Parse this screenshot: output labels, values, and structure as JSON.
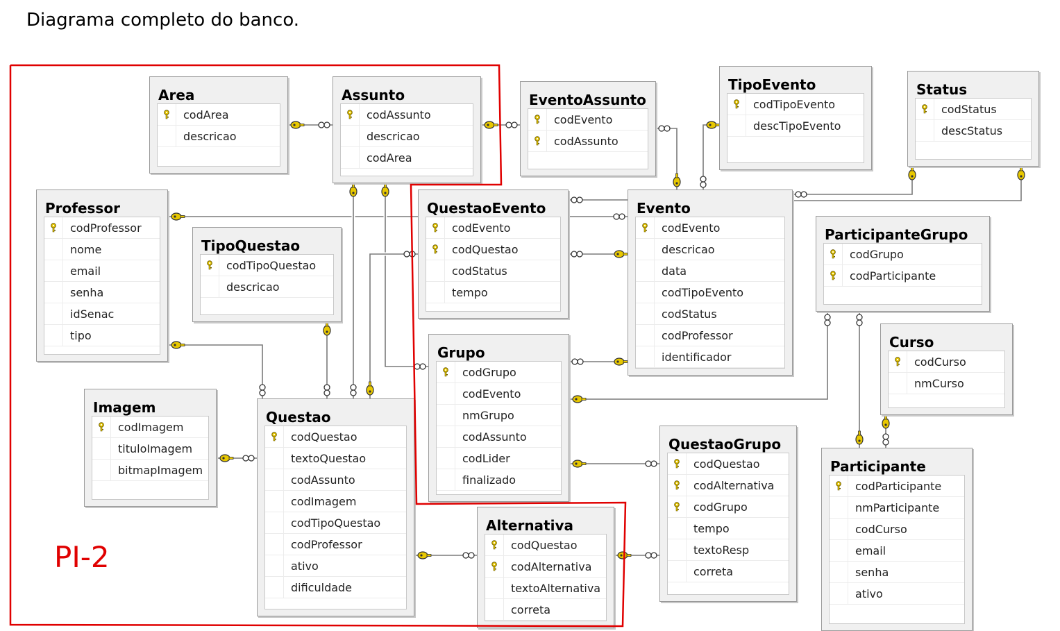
{
  "header": {
    "title": "Diagrama completo do banco."
  },
  "region_label": "PI-2",
  "colors": {
    "region": "#e00000",
    "key": "#e8c800",
    "line": "#7a7a7a"
  },
  "tables": [
    {
      "id": "area",
      "name": "Area",
      "columns": [
        {
          "name": "codArea",
          "pk": true
        },
        {
          "name": "descricao",
          "pk": false
        }
      ]
    },
    {
      "id": "assunto",
      "name": "Assunto",
      "columns": [
        {
          "name": "codAssunto",
          "pk": true
        },
        {
          "name": "descricao",
          "pk": false
        },
        {
          "name": "codArea",
          "pk": false
        }
      ]
    },
    {
      "id": "eventoassunto",
      "name": "EventoAssunto",
      "columns": [
        {
          "name": "codEvento",
          "pk": true
        },
        {
          "name": "codAssunto",
          "pk": true
        }
      ]
    },
    {
      "id": "tipoevento",
      "name": "TipoEvento",
      "columns": [
        {
          "name": "codTipoEvento",
          "pk": true
        },
        {
          "name": "descTipoEvento",
          "pk": false
        }
      ]
    },
    {
      "id": "status",
      "name": "Status",
      "columns": [
        {
          "name": "codStatus",
          "pk": true
        },
        {
          "name": "descStatus",
          "pk": false
        }
      ]
    },
    {
      "id": "professor",
      "name": "Professor",
      "columns": [
        {
          "name": "codProfessor",
          "pk": true
        },
        {
          "name": "nome",
          "pk": false
        },
        {
          "name": "email",
          "pk": false
        },
        {
          "name": "senha",
          "pk": false
        },
        {
          "name": "idSenac",
          "pk": false
        },
        {
          "name": "tipo",
          "pk": false
        }
      ]
    },
    {
      "id": "tipoquestao",
      "name": "TipoQuestao",
      "columns": [
        {
          "name": "codTipoQuestao",
          "pk": true
        },
        {
          "name": "descricao",
          "pk": false
        }
      ]
    },
    {
      "id": "questaoevento",
      "name": "QuestaoEvento",
      "columns": [
        {
          "name": "codEvento",
          "pk": true
        },
        {
          "name": "codQuestao",
          "pk": true
        },
        {
          "name": "codStatus",
          "pk": false
        },
        {
          "name": "tempo",
          "pk": false
        }
      ]
    },
    {
      "id": "evento",
      "name": "Evento",
      "columns": [
        {
          "name": "codEvento",
          "pk": true
        },
        {
          "name": "descricao",
          "pk": false
        },
        {
          "name": "data",
          "pk": false
        },
        {
          "name": "codTipoEvento",
          "pk": false
        },
        {
          "name": "codStatus",
          "pk": false
        },
        {
          "name": "codProfessor",
          "pk": false
        },
        {
          "name": "identificador",
          "pk": false
        }
      ]
    },
    {
      "id": "participantegrupo",
      "name": "ParticipanteGrupo",
      "columns": [
        {
          "name": "codGrupo",
          "pk": true
        },
        {
          "name": "codParticipante",
          "pk": true
        }
      ]
    },
    {
      "id": "curso",
      "name": "Curso",
      "columns": [
        {
          "name": "codCurso",
          "pk": true
        },
        {
          "name": "nmCurso",
          "pk": false
        }
      ]
    },
    {
      "id": "imagem",
      "name": "Imagem",
      "columns": [
        {
          "name": "codImagem",
          "pk": true
        },
        {
          "name": "tituloImagem",
          "pk": false
        },
        {
          "name": "bitmapImagem",
          "pk": false
        }
      ]
    },
    {
      "id": "grupo",
      "name": "Grupo",
      "columns": [
        {
          "name": "codGrupo",
          "pk": true
        },
        {
          "name": "codEvento",
          "pk": false
        },
        {
          "name": "nmGrupo",
          "pk": false
        },
        {
          "name": "codAssunto",
          "pk": false
        },
        {
          "name": "codLider",
          "pk": false
        },
        {
          "name": "finalizado",
          "pk": false
        }
      ]
    },
    {
      "id": "questao",
      "name": "Questao",
      "columns": [
        {
          "name": "codQuestao",
          "pk": true
        },
        {
          "name": "textoQuestao",
          "pk": false
        },
        {
          "name": "codAssunto",
          "pk": false
        },
        {
          "name": "codImagem",
          "pk": false
        },
        {
          "name": "codTipoQuestao",
          "pk": false
        },
        {
          "name": "codProfessor",
          "pk": false
        },
        {
          "name": "ativo",
          "pk": false
        },
        {
          "name": "dificuldade",
          "pk": false
        }
      ]
    },
    {
      "id": "questaogrupo",
      "name": "QuestaoGrupo",
      "columns": [
        {
          "name": "codQuestao",
          "pk": true
        },
        {
          "name": "codAlternativa",
          "pk": true
        },
        {
          "name": "codGrupo",
          "pk": true
        },
        {
          "name": "tempo",
          "pk": false
        },
        {
          "name": "textoResp",
          "pk": false
        },
        {
          "name": "correta",
          "pk": false
        }
      ]
    },
    {
      "id": "alternativa",
      "name": "Alternativa",
      "columns": [
        {
          "name": "codQuestao",
          "pk": true
        },
        {
          "name": "codAlternativa",
          "pk": true
        },
        {
          "name": "textoAlternativa",
          "pk": false
        },
        {
          "name": "correta",
          "pk": false
        }
      ]
    },
    {
      "id": "participante",
      "name": "Participante",
      "columns": [
        {
          "name": "codParticipante",
          "pk": true
        },
        {
          "name": "nmParticipante",
          "pk": false
        },
        {
          "name": "codCurso",
          "pk": false
        },
        {
          "name": "email",
          "pk": false
        },
        {
          "name": "senha",
          "pk": false
        },
        {
          "name": "ativo",
          "pk": false
        }
      ]
    }
  ]
}
